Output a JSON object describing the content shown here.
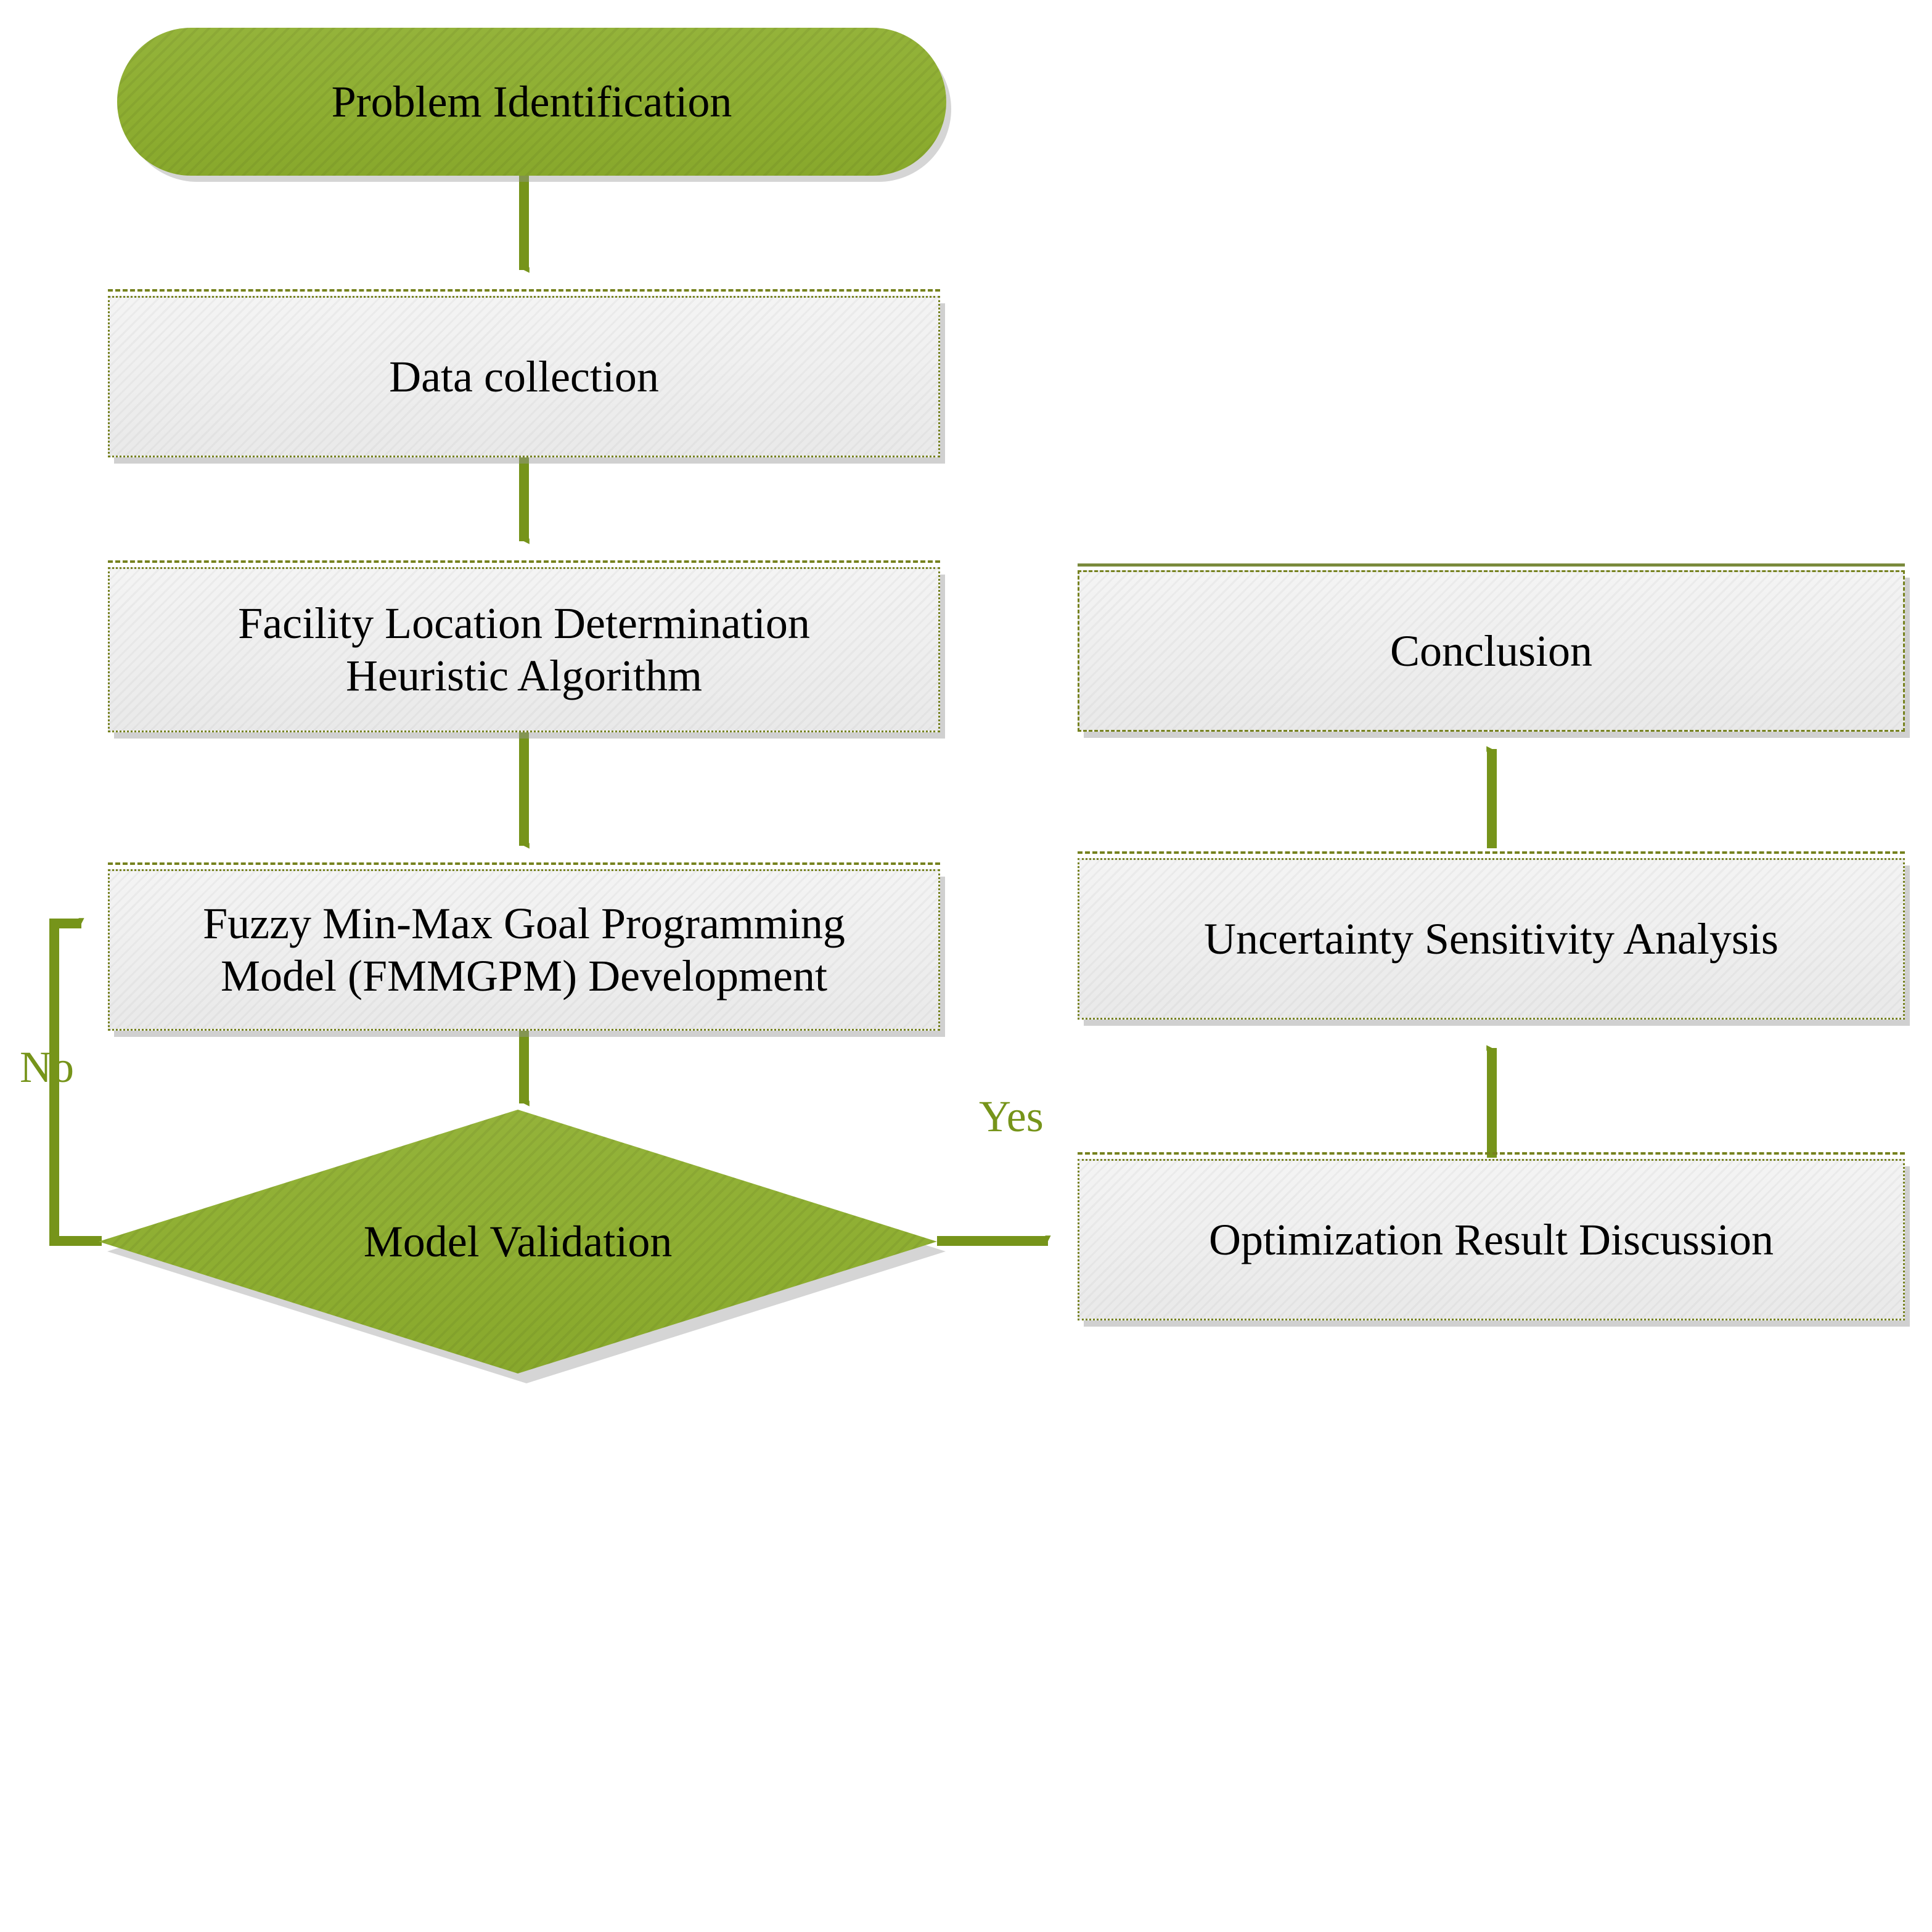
{
  "diagram": {
    "title": "Research Methodology Flowchart",
    "colors": {
      "terminator_fill": "#8FB033",
      "decision_fill": "#8FB033",
      "process_fill": "#EFEFEF",
      "process_border": "#76821F",
      "arrow": "#76941A",
      "label_text": "#76941A",
      "node_text": "#000000",
      "shadow": "#C9C9C9",
      "background": "#FFFFFF"
    },
    "nodes": [
      {
        "id": "problem-identification",
        "shape": "terminator",
        "label": "Problem Identification"
      },
      {
        "id": "data-collection",
        "shape": "process",
        "label": "Data collection"
      },
      {
        "id": "facility-location",
        "shape": "process",
        "label_line1": "Facility Location Determination",
        "label_line2": "Heuristic Algorithm"
      },
      {
        "id": "fmmgpm-development",
        "shape": "process",
        "label_line1": "Fuzzy Min-Max Goal Programming",
        "label_line2": "Model (FMMGPM) Development"
      },
      {
        "id": "model-validation",
        "shape": "decision",
        "label": "Model Validation"
      },
      {
        "id": "optimization-result-discussion",
        "shape": "process",
        "label": "Optimization Result Discussion"
      },
      {
        "id": "uncertainty-sensitivity-analysis",
        "shape": "process",
        "label": "Uncertainty Sensitivity Analysis"
      },
      {
        "id": "conclusion",
        "shape": "process",
        "label": "Conclusion"
      }
    ],
    "edge_labels": {
      "no": "No",
      "yes": "Yes"
    },
    "edges": [
      {
        "from": "problem-identification",
        "to": "data-collection",
        "label": ""
      },
      {
        "from": "data-collection",
        "to": "facility-location",
        "label": ""
      },
      {
        "from": "facility-location",
        "to": "fmmgpm-development",
        "label": ""
      },
      {
        "from": "fmmgpm-development",
        "to": "model-validation",
        "label": ""
      },
      {
        "from": "model-validation",
        "to": "fmmgpm-development",
        "label": "No"
      },
      {
        "from": "model-validation",
        "to": "optimization-result-discussion",
        "label": "Yes"
      },
      {
        "from": "optimization-result-discussion",
        "to": "uncertainty-sensitivity-analysis",
        "label": ""
      },
      {
        "from": "uncertainty-sensitivity-analysis",
        "to": "conclusion",
        "label": ""
      }
    ]
  }
}
